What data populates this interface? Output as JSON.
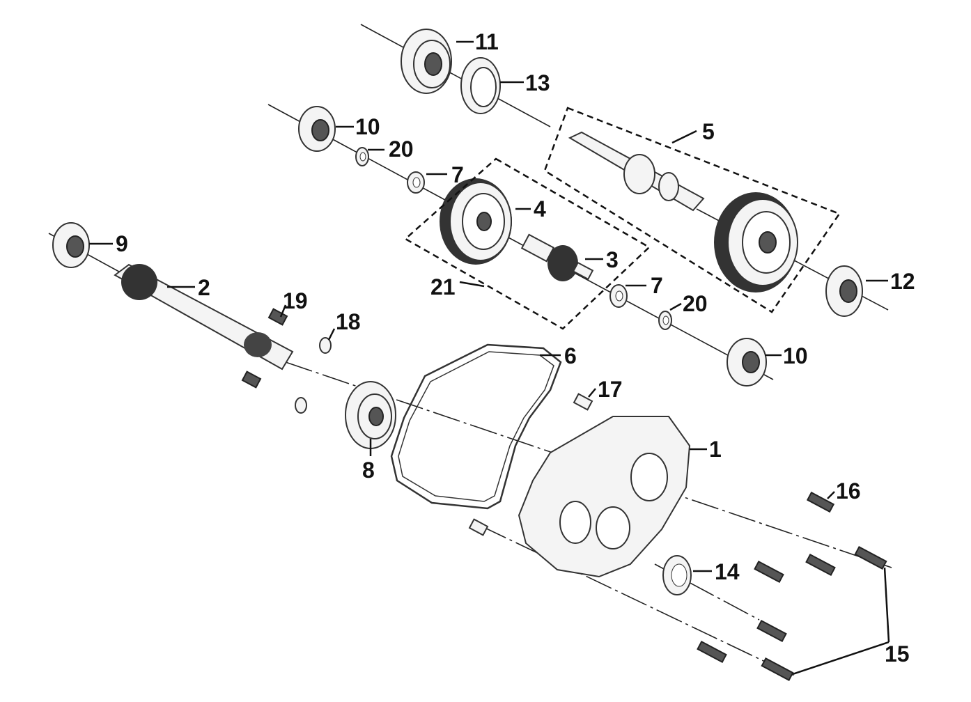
{
  "callouts": {
    "c1": "1",
    "c2": "2",
    "c3": "3",
    "c4": "4",
    "c5": "5",
    "c6": "6",
    "c7a": "7",
    "c7b": "7",
    "c8": "8",
    "c9": "9",
    "c10a": "10",
    "c10b": "10",
    "c11": "11",
    "c12": "12",
    "c13": "13",
    "c14": "14",
    "c15": "15",
    "c16": "16",
    "c17": "17",
    "c18": "18",
    "c19": "19",
    "c20a": "20",
    "c20b": "20",
    "c21": "21"
  }
}
